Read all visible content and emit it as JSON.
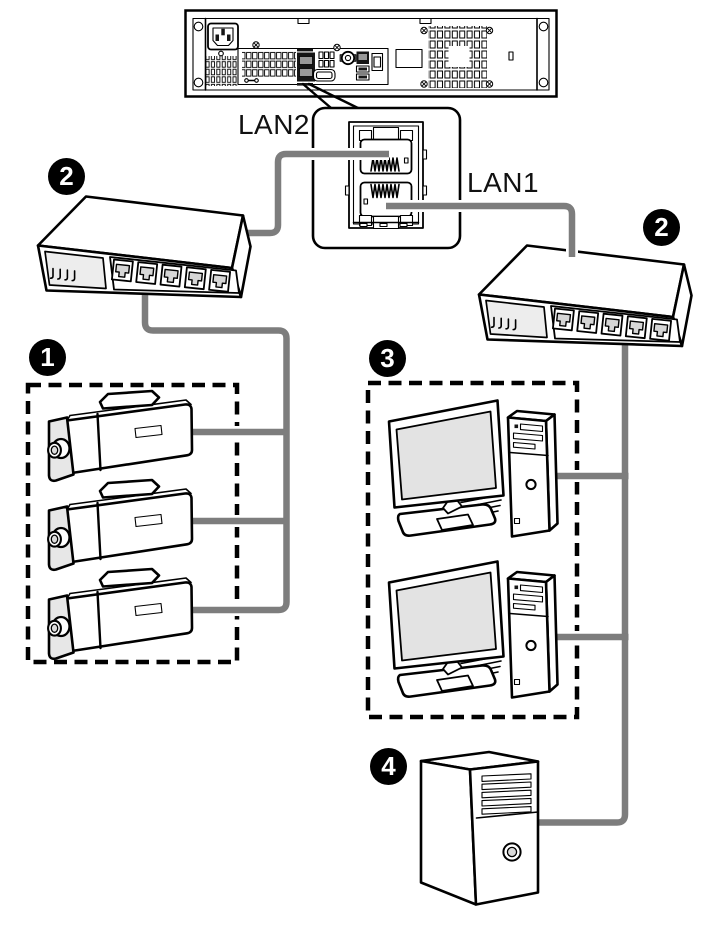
{
  "labels": {
    "lan1": "LAN1",
    "lan2": "LAN2"
  },
  "badges": [
    {
      "id": "camera-group",
      "number": "1"
    },
    {
      "id": "switch-left",
      "number": "2"
    },
    {
      "id": "pc-group",
      "number": "3"
    },
    {
      "id": "switch-right",
      "number": "2"
    },
    {
      "id": "server",
      "number": "4"
    }
  ],
  "colors": {
    "line": "#000000",
    "cable": "#7d7d7d",
    "badge_bg": "#000000",
    "badge_fg": "#ffffff",
    "light_fill": "#e7e7e7",
    "background": "#ffffff"
  },
  "diagram": {
    "type": "network-topology-illustration",
    "devices": [
      {
        "name": "recorder-rear-panel",
        "ports_highlighted": [
          "LAN2",
          "LAN1"
        ]
      },
      {
        "name": "ethernet-switch",
        "badge": "2",
        "ports": 5,
        "side": "left"
      },
      {
        "name": "ethernet-switch",
        "badge": "2",
        "ports": 5,
        "side": "right"
      },
      {
        "name": "camera-group",
        "badge": "1",
        "count": 3
      },
      {
        "name": "pc-group",
        "badge": "3",
        "count": 2
      },
      {
        "name": "server-tower",
        "badge": "4",
        "count": 1
      }
    ],
    "connections": [
      {
        "from": "LAN2",
        "to": "switch-left"
      },
      {
        "from": "switch-left",
        "to": "camera-group"
      },
      {
        "from": "LAN1",
        "to": "switch-right"
      },
      {
        "from": "switch-right",
        "to": "pc-group"
      },
      {
        "from": "switch-right",
        "to": "server"
      }
    ]
  }
}
